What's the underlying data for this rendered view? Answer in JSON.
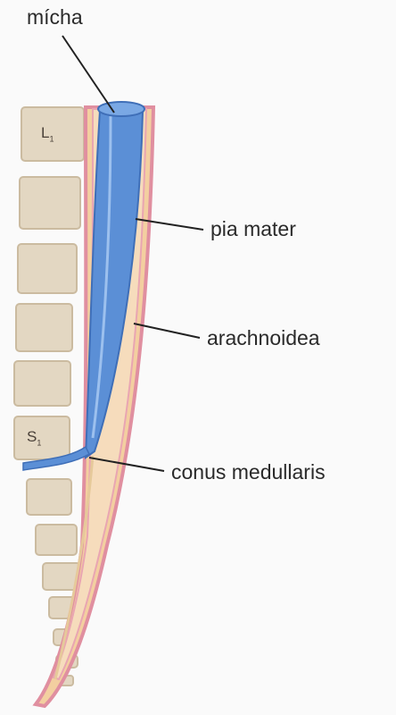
{
  "labels": {
    "spinal_cord": "mícha",
    "pia_mater": "pia mater",
    "arachnoid": "arachnoidea",
    "conus": "conus medullaris"
  },
  "vertebrae": {
    "l1_letter": "L",
    "l1_sub": "1",
    "s1_letter": "S",
    "s1_sub": "1"
  },
  "colors": {
    "cord": "#5b8fd6",
    "cord_dark": "#3f6fb8",
    "membrane": "#e7a3b0",
    "dura": "#f0c890",
    "bone": "#e3d7c2",
    "bone_edge": "#cbbba0"
  }
}
